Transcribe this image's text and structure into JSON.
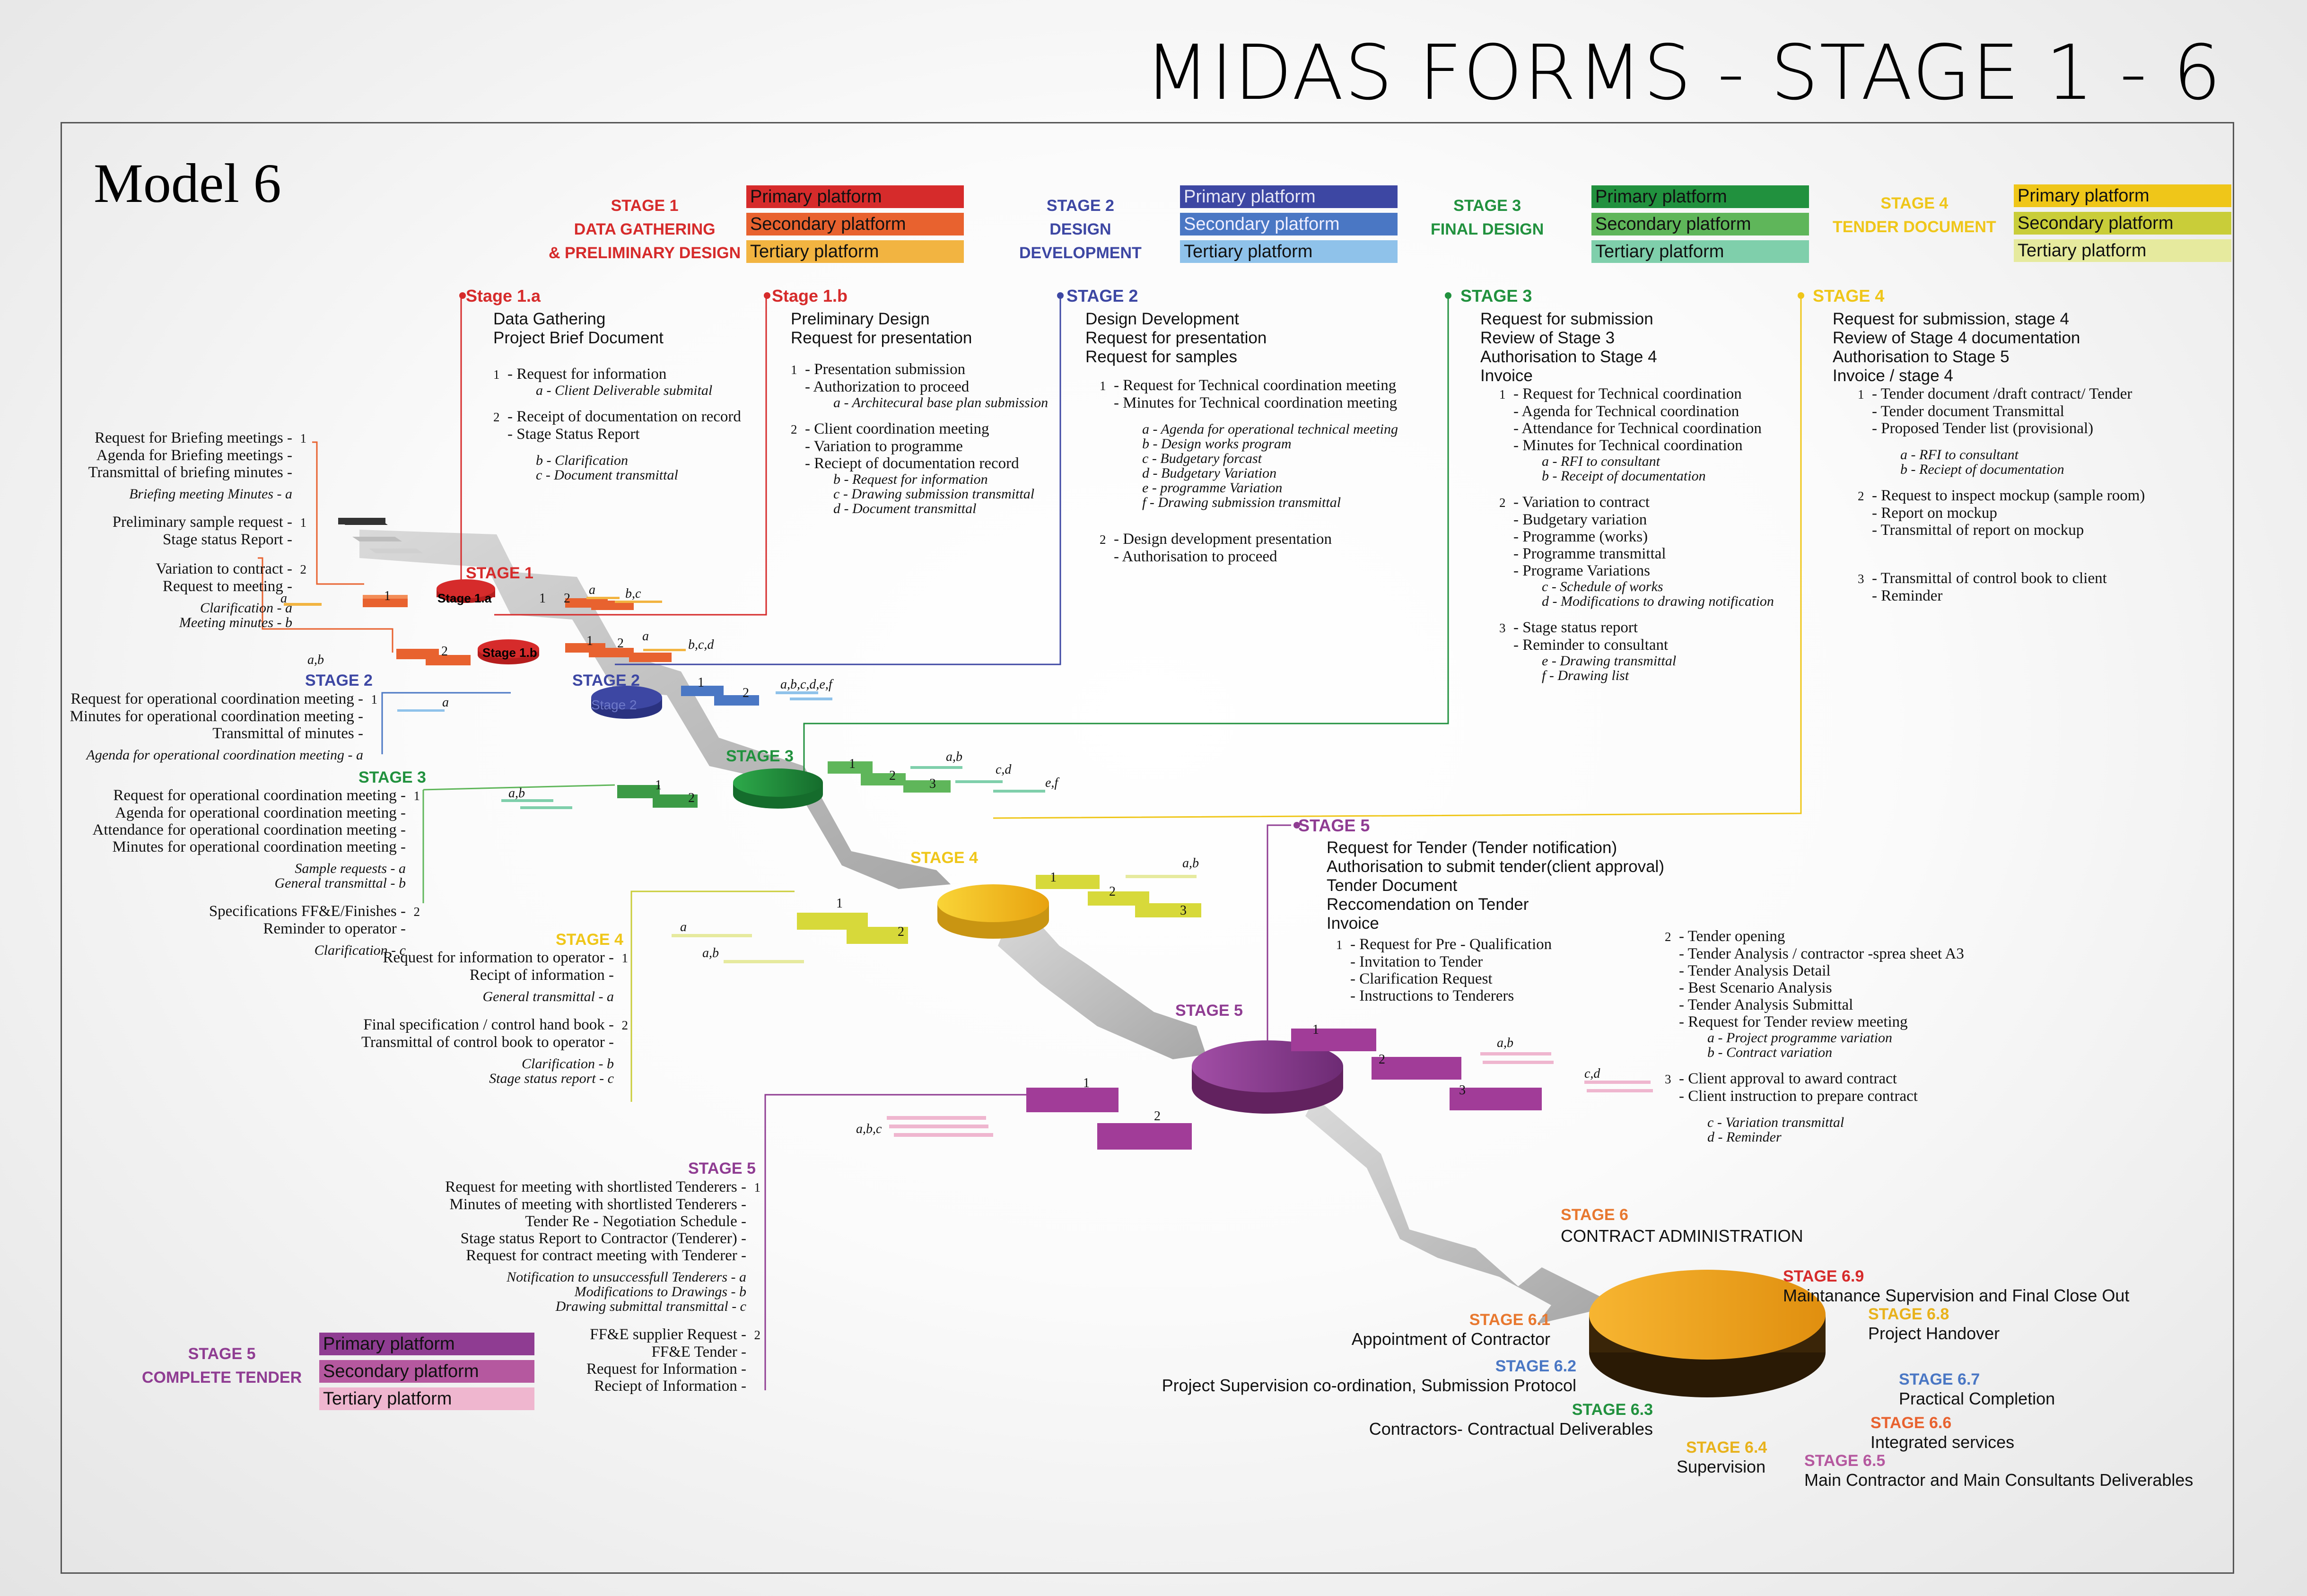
{
  "title": "MIDAS  FORMS - STAGE 1 - 6",
  "model_label": "Model 6",
  "colors": {
    "stage1": "#d62b2b",
    "stage1_secondary": "#e8622f",
    "stage1_tertiary": "#f2b441",
    "stage2": "#3d47a3",
    "stage2_secondary": "#4a77c4",
    "stage2_tertiary": "#8fc2ea",
    "stage3": "#21913e",
    "stage3_secondary": "#5fb65a",
    "stage3_tertiary": "#7fcfab",
    "stage4": "#efc619",
    "stage4_secondary": "#c9cd39",
    "stage4_tertiary": "#e6ea9e",
    "stage5": "#8f3c92",
    "stage5_secondary": "#b5589f",
    "stage5_tertiary": "#efb6cf",
    "stage6": "#f0a21c",
    "line_gray": "#8a8a8a"
  },
  "legends": [
    {
      "title": [
        "STAGE 1",
        "DATA GATHERING",
        "& PRELIMINARY DESIGN"
      ],
      "primary": "Primary platform",
      "secondary": "Secondary platform",
      "tertiary": "Tertiary platform"
    },
    {
      "title": [
        "STAGE 2",
        "DESIGN",
        "DEVELOPMENT"
      ],
      "primary": "Primary platform",
      "secondary": "Secondary platform",
      "tertiary": "Tertiary platform"
    },
    {
      "title": [
        "STAGE 3",
        "FINAL DESIGN"
      ],
      "primary": "Primary platform",
      "secondary": "Secondary platform",
      "tertiary": "Tertiary platform"
    },
    {
      "title": [
        "STAGE 4",
        "TENDER DOCUMENT"
      ],
      "primary": "Primary platform",
      "secondary": "Secondary platform",
      "tertiary": "Tertiary platform"
    },
    {
      "title": [
        "STAGE 5",
        "COMPLETE TENDER"
      ],
      "primary": "Primary platform",
      "secondary": "Secondary platform",
      "tertiary": "Tertiary platform"
    }
  ],
  "top_blocks": [
    {
      "heading": "Stage 1.a",
      "summary": [
        "Data Gathering",
        "Project Brief Document"
      ],
      "items": [
        [
          "1",
          "- Request for information"
        ],
        [
          "",
          "a - Client Deliverable submital"
        ],
        [
          "",
          ""
        ],
        [
          "2",
          "- Receipt of documentation on record"
        ],
        [
          "",
          "- Stage Status Report"
        ],
        [
          "",
          ""
        ],
        [
          "",
          "b - Clarification"
        ],
        [
          "",
          "c - Document transmittal"
        ]
      ]
    },
    {
      "heading": "Stage 1.b",
      "summary": [
        "Preliminary Design",
        "Request for presentation"
      ],
      "items": [
        [
          "1",
          "- Presentation submission"
        ],
        [
          "",
          "- Authorization to proceed"
        ],
        [
          "",
          "a - Architecural base plan submission"
        ],
        [
          "",
          ""
        ],
        [
          "2",
          "- Client coordination meeting"
        ],
        [
          "",
          "- Variation to programme"
        ],
        [
          "",
          "- Reciept of documentation record"
        ],
        [
          "",
          "b - Request for information"
        ],
        [
          "",
          "c - Drawing submission transmittal"
        ],
        [
          "",
          "d - Document transmittal"
        ]
      ]
    },
    {
      "heading": "STAGE 2",
      "summary": [
        "Design Development",
        "Request for presentation",
        "Request for samples"
      ],
      "items": [
        [
          "",
          ""
        ],
        [
          "1",
          "- Request for Technical coordination meeting"
        ],
        [
          "",
          "- Minutes for Technical coordination meeting"
        ],
        [
          "",
          ""
        ],
        [
          "",
          "a - Agenda for operational technical meeting"
        ],
        [
          "",
          "b - Design works program"
        ],
        [
          "",
          "c - Budgetary forcast"
        ],
        [
          "",
          "d - Budgetary Variation"
        ],
        [
          "",
          "e - programme Variation"
        ],
        [
          "",
          "f - Drawing submission transmittal"
        ],
        [
          "",
          ""
        ],
        [
          "",
          ""
        ],
        [
          "2",
          "- Design development presentation"
        ],
        [
          "",
          "- Authorisation to proceed"
        ]
      ]
    },
    {
      "heading": "STAGE 3",
      "summary": [
        "Request for submission",
        "Review of Stage 3",
        "Authorisation to Stage 4",
        "Invoice"
      ],
      "items": [
        [
          "1",
          "- Request for Technical coordination"
        ],
        [
          "",
          "- Agenda for Technical coordination"
        ],
        [
          "",
          "- Attendance for Technical coordination"
        ],
        [
          "",
          "- Minutes for Technical coordination"
        ],
        [
          "",
          "a - RFI to consultant"
        ],
        [
          "",
          "b - Receipt of documentation"
        ],
        [
          "",
          ""
        ],
        [
          "2",
          "- Variation to contract"
        ],
        [
          "",
          "- Budgetary variation"
        ],
        [
          "",
          "- Programme (works)"
        ],
        [
          "",
          "- Programme transmittal"
        ],
        [
          "",
          "- Programe Variations"
        ],
        [
          "",
          "c - Schedule of works"
        ],
        [
          "",
          "d - Modifications to drawing notification"
        ],
        [
          "",
          ""
        ],
        [
          "3",
          "- Stage status report"
        ],
        [
          "",
          "- Reminder to consultant"
        ],
        [
          "",
          "e - Drawing transmittal"
        ],
        [
          "",
          "f - Drawing list"
        ]
      ]
    },
    {
      "heading": "STAGE 4",
      "summary": [
        "Request for submission, stage 4",
        "Review of Stage 4 documentation",
        "Authorisation to Stage 5",
        "Invoice / stage 4"
      ],
      "items": [
        [
          "1",
          "- Tender document /draft contract/ Tender"
        ],
        [
          "",
          "- Tender document Transmittal"
        ],
        [
          "",
          "- Proposed Tender list (provisional)"
        ],
        [
          "",
          ""
        ],
        [
          "",
          "a - RFI to consultant"
        ],
        [
          "",
          "b - Reciept of documentation"
        ],
        [
          "",
          ""
        ],
        [
          "2",
          "- Request to inspect mockup (sample room)"
        ],
        [
          "",
          "- Report on mockup"
        ],
        [
          "",
          "- Transmittal of report on mockup"
        ],
        [
          "",
          ""
        ],
        [
          "",
          ""
        ],
        [
          "",
          ""
        ],
        [
          "3",
          "- Transmittal of control book to client"
        ],
        [
          "",
          "- Reminder"
        ]
      ]
    }
  ],
  "stage5_top": {
    "heading": "STAGE 5",
    "summary": [
      "Request for Tender (Tender notification)",
      "Authorisation to submit tender(client approval)",
      "Tender Document",
      "Reccomendation on Tender",
      "Invoice"
    ],
    "col1": [
      [
        "1",
        "- Request for Pre - Qualification"
      ],
      [
        "",
        "- Invitation to Tender"
      ],
      [
        "",
        "- Clarification Request"
      ],
      [
        "",
        "- Instructions to Tenderers"
      ]
    ],
    "col2": [
      [
        "2",
        "- Tender opening"
      ],
      [
        "",
        "- Tender Analysis / contractor -sprea sheet A3"
      ],
      [
        "",
        "- Tender Analysis Detail"
      ],
      [
        "",
        "- Best Scenario Analysis"
      ],
      [
        "",
        "- Tender Analysis Submittal"
      ],
      [
        "",
        "- Request for Tender review meeting"
      ],
      [
        "",
        "a - Project programme variation"
      ],
      [
        "",
        "b - Contract variation"
      ],
      [
        "",
        ""
      ],
      [
        "3",
        "- Client approval to award contract"
      ],
      [
        "",
        "- Client instruction to prepare contract"
      ],
      [
        "",
        ""
      ],
      [
        "",
        "c - Variation transmittal"
      ],
      [
        "",
        "d - Reminder"
      ]
    ]
  },
  "left_blocks": [
    {
      "heading": "",
      "groups": [
        {
          "num": "1",
          "items": [
            "Request for Briefing meetings -",
            "Agenda for Briefing meetings -",
            "Transmittal of briefing minutes -"
          ],
          "subs": [
            "Briefing meeting Minutes - a"
          ]
        },
        {
          "num": "1",
          "items": [
            "Preliminary sample request -",
            "Stage status Report -"
          ],
          "subs": []
        },
        {
          "num": "2",
          "items": [
            "Variation to contract -",
            "Request to meeting -"
          ],
          "subs": [
            "Clarification - a",
            "Meeting minutes - b"
          ]
        }
      ]
    },
    {
      "heading": "STAGE 2",
      "groups": [
        {
          "num": "1",
          "items": [
            "Request for operational coordination meeting -",
            "Minutes for operational coordination meeting -",
            "Transmittal of minutes -"
          ],
          "subs": [
            "Agenda for operational coordination meeting - a"
          ]
        }
      ]
    },
    {
      "heading": "STAGE 3",
      "groups": [
        {
          "num": "1",
          "items": [
            "Request for operational coordination meeting -",
            "Agenda for operational coordination meeting -",
            "Attendance for operational coordination meeting -",
            "Minutes for operational coordination meeting -"
          ],
          "subs": [
            "Sample requests - a",
            "General transmittal - b"
          ]
        },
        {
          "num": "2",
          "items": [
            "Specifications FF&E/Finishes -",
            "Reminder to operator -"
          ],
          "subs": [
            "Clarification - c"
          ]
        }
      ]
    },
    {
      "heading": "STAGE 4",
      "groups": [
        {
          "num": "1",
          "items": [
            "Request for information to operator -",
            "Recipt of information -"
          ],
          "subs": [
            "General transmittal - a"
          ]
        },
        {
          "num": "2",
          "items": [
            "Final specification / control hand book -",
            "Transmittal of control book to operator -"
          ],
          "subs": [
            "Clarification - b",
            "Stage status report - c"
          ]
        }
      ]
    },
    {
      "heading": "STAGE 5",
      "groups": [
        {
          "num": "1",
          "items": [
            "Request for meeting with shortlisted Tenderers -",
            "Minutes of meeting with shortlisted Tenderers -",
            "Tender Re - Negotiation Schedule -",
            "Stage status Report to Contractor (Tenderer) -",
            "Request for contract meeting with Tenderer -"
          ],
          "subs": [
            "Notification to unsuccessfull Tenderers - a",
            "Modifications to Drawings - b",
            "Drawing submittal transmittal - c"
          ]
        },
        {
          "num": "2",
          "items": [
            "FF&E supplier Request -",
            "FF&E Tender -",
            "Request for Information -",
            "Reciept of Information -"
          ],
          "subs": []
        }
      ]
    }
  ],
  "stage6": {
    "heading": "STAGE 6",
    "subtitle": "CONTRACT ADMINISTRATION",
    "items": [
      {
        "code": "STAGE 6.1",
        "text": "Appointment of Contractor",
        "color": "#e8782f"
      },
      {
        "code": "STAGE 6.2",
        "text": "Project Supervision co-ordination, Submission Protocol",
        "color": "#4a77c4"
      },
      {
        "code": "STAGE 6.3",
        "text": "Contractors- Contractual Deliverables",
        "color": "#21913e"
      },
      {
        "code": "STAGE 6.4",
        "text": "Supervision",
        "color": "#e8b21c"
      },
      {
        "code": "STAGE 6.5",
        "text": "Main Contractor and Main Consultants Deliverables",
        "color": "#b5589f"
      },
      {
        "code": "STAGE 6.6",
        "text": "Integrated services",
        "color": "#e8622f"
      },
      {
        "code": "STAGE 6.7",
        "text": "Practical Completion",
        "color": "#4a77c4"
      },
      {
        "code": "STAGE 6.8",
        "text": "Project Handover",
        "color": "#e8b21c"
      },
      {
        "code": "STAGE 6.9",
        "text": "Maintanance Supervision and Final Close Out",
        "color": "#d62b2b"
      }
    ]
  },
  "node_labels": {
    "stage1": "STAGE 1",
    "stage1a": "Stage 1.a",
    "stage1b": "Stage 1.b",
    "stage2": "STAGE 2",
    "stage2_disc": "Stage 2",
    "stage3": "STAGE 3",
    "stage4": "STAGE 4",
    "stage5": "STAGE 5"
  },
  "platform_labels": {
    "one": "1",
    "two": "2",
    "three": "3",
    "a": "a",
    "ab": "a,b",
    "bc": "b,c",
    "bcd": "b,c,d",
    "abcdef": "a,b,c,d,e,f",
    "cd": "c,d",
    "ef": "e,f",
    "abc": "a,b,c"
  }
}
